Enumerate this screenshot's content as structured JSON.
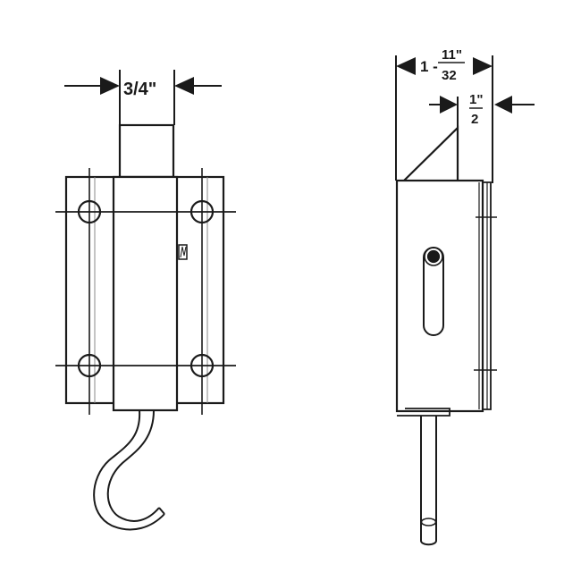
{
  "diagram": {
    "type": "technical-drawing",
    "subject": "hook-and-eye latch / barrel bolt with hook",
    "line_color": "#1a1a1a",
    "background": "#ffffff",
    "front_view": {
      "bolt_width_label": "3/4\"",
      "components": [
        "bolt-tab",
        "mounting-plate",
        "bolt-body",
        "screw-holes",
        "hook",
        "stamp-mark"
      ],
      "stamp_mark": "M",
      "screw_hole_count": 4
    },
    "side_view": {
      "overall_depth_label_whole": "1 -",
      "overall_depth_label_numerator": "11\"",
      "overall_depth_label_denominator": "32",
      "tab_offset_label_numerator": "1\"",
      "tab_offset_label_denominator": "2",
      "components": [
        "angled-tab",
        "housing",
        "slot",
        "pin",
        "rod"
      ]
    }
  }
}
